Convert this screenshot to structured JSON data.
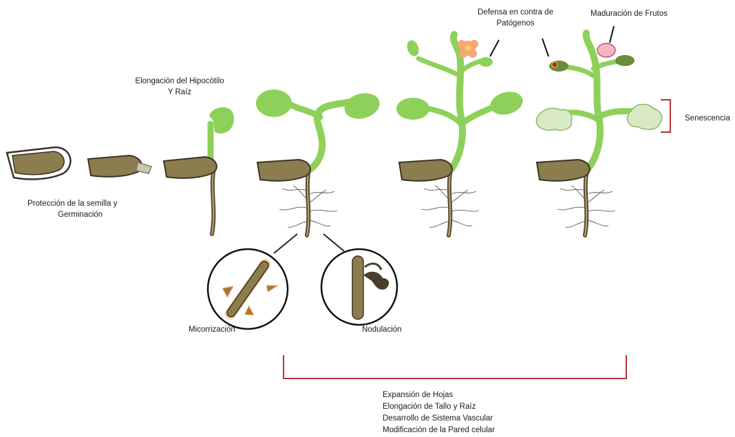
{
  "labels": {
    "seed_protection_line1": "Protección de la semilla y",
    "seed_protection_line2": "Germinación",
    "hypocotyl_line1": "Elongación del Hipocótilo",
    "hypocotyl_line2": "Y Raíz",
    "defense_line1": "Defensa en contra de",
    "defense_line2": "Patógenos",
    "fruit_ripening": "Maduración de Frutos",
    "senescence": "Senescencia",
    "mycorrhization": "Micorrización",
    "nodulation": "Nodulación",
    "growth_list": [
      "Expansión de Hojas",
      "Elongación de Tallo y Raíz",
      "Desarrollo de Sistema Vascular",
      "Modificación de la Pared celular"
    ]
  },
  "colors": {
    "seed": "#8B7D4E",
    "seed_outline": "#3a3324",
    "plant_green": "#8ED15A",
    "root": "#7d6a45",
    "bracket": "#B5343A",
    "mycorrhiza_glow": "#F08030",
    "flower": "#F7A678",
    "fruit_pink": "#F4B6C2",
    "senescent_leaf": "#D8EAC4",
    "dark_fruit": "#6B8C3A"
  },
  "icons": {
    "seed": "seed-icon",
    "sprout": "sprout-icon",
    "flower": "flower-icon",
    "fruit": "fruit-icon",
    "root_hair": "root-icon",
    "magnifier_circle": "zoom-circle-icon"
  }
}
